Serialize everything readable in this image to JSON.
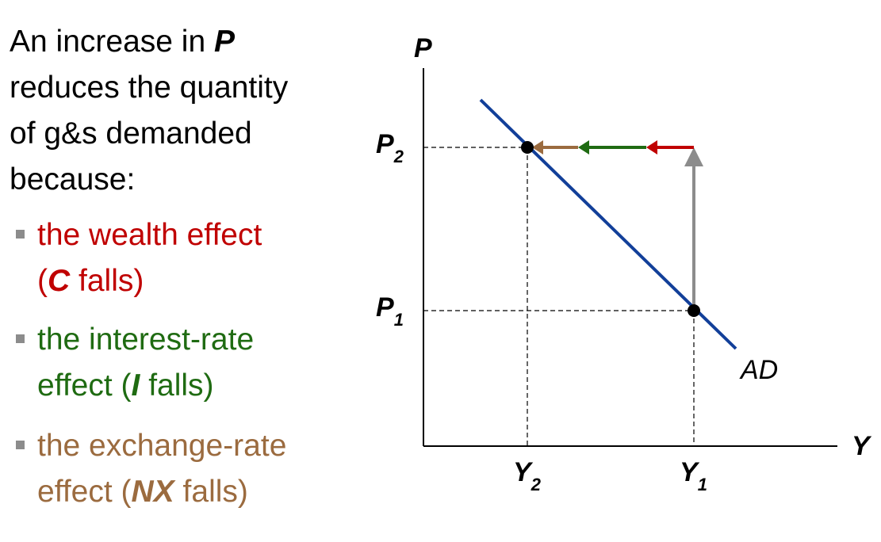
{
  "intro": {
    "line1_prefix": "An increase in ",
    "line1_var": "P",
    "line2": "reduces the quantity",
    "line3": "of g&s demanded",
    "line4": "because:"
  },
  "bullets": {
    "wealth": {
      "line1": "the wealth effect",
      "open": "(",
      "var": "C",
      "rest": " falls)",
      "color": "#c00000"
    },
    "interest": {
      "line1": "the interest-rate",
      "pre": "effect (",
      "var": "I",
      "rest": " falls)",
      "color": "#1f6b12"
    },
    "exchange": {
      "line1": "the exchange-rate",
      "pre": "effect (",
      "var": "NX",
      "rest": " falls)",
      "color": "#9b6b3f"
    }
  },
  "graph": {
    "y_axis_label": "P",
    "x_axis_label": "Y",
    "price_ticks": [
      {
        "main": "P",
        "sub": "2"
      },
      {
        "main": "P",
        "sub": "1"
      }
    ],
    "output_ticks": [
      {
        "main": "Y",
        "sub": "2"
      },
      {
        "main": "Y",
        "sub": "1"
      }
    ],
    "curve_label": "AD",
    "colors": {
      "ad_curve": "#123f99",
      "price_increase_arrow": "#8c8c8c",
      "wealth_arrow": "#c00000",
      "interest_arrow": "#1f6b12",
      "exchange_arrow": "#9b6b3f"
    }
  }
}
